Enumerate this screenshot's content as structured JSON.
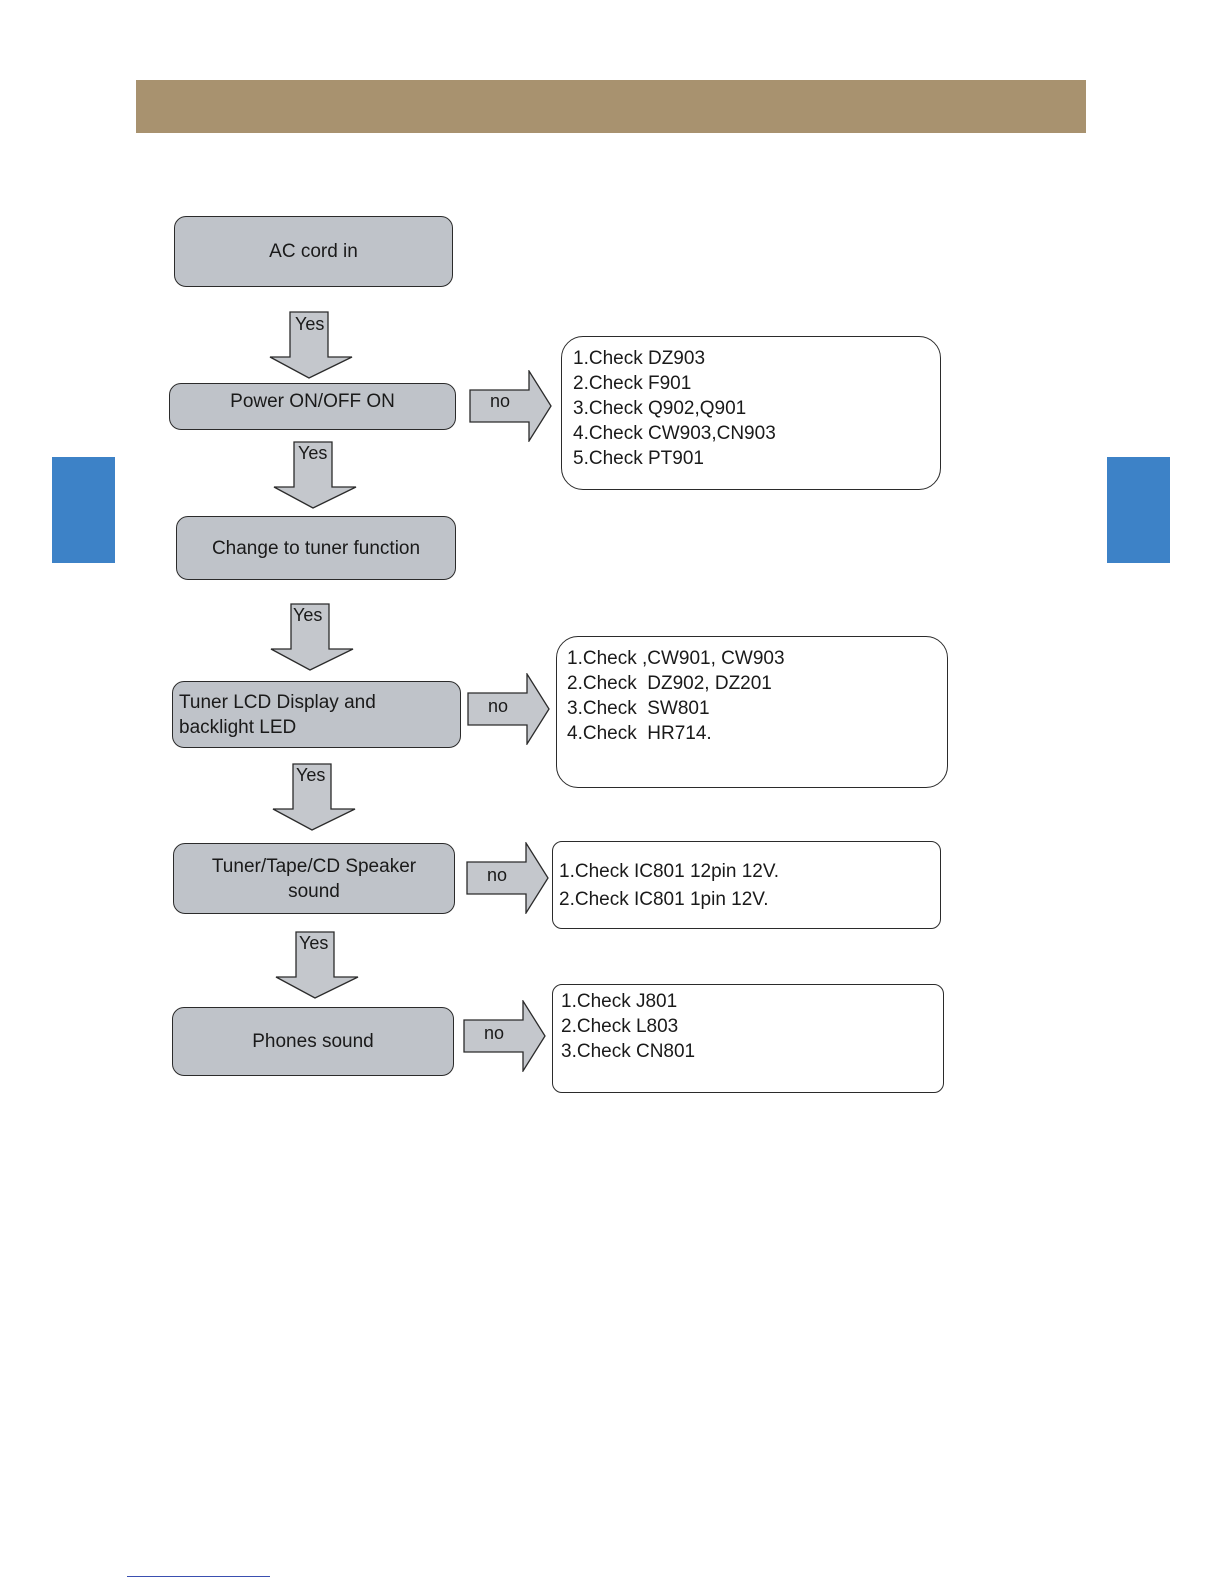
{
  "colors": {
    "header_bar": "#a8926f",
    "side_tab": "#3d82c7",
    "process_box": "#bfc3c9",
    "arrow_fill": "#c4c7cc"
  },
  "flow": {
    "yes_label": "Yes",
    "no_label": "no",
    "steps": [
      {
        "label": "AC cord in"
      },
      {
        "label": "Power ON/OFF ON"
      },
      {
        "label": "Change to tuner function"
      },
      {
        "label": "Tuner LCD Display and\n backlight LED"
      },
      {
        "label": "Tuner/Tape/CD Speaker\nsound"
      },
      {
        "label": "Phones sound"
      }
    ]
  },
  "checks": {
    "power": [
      "1.Check DZ903",
      "2.Check F901",
      "3.Check Q902,Q901",
      "4.Check CW903,CN903",
      "5.Check PT901"
    ],
    "lcd": [
      "1.Check ,CW901, CW903",
      "2.Check  DZ902, DZ201",
      "3.Check  SW801",
      "4.Check  HR714."
    ],
    "speaker": [
      "1.Check IC801 12pin 12V.",
      "2.Check IC801 1pin 12V."
    ],
    "phones": [
      "1.Check J801",
      "2.Check L803",
      "3.Check CN801"
    ]
  }
}
